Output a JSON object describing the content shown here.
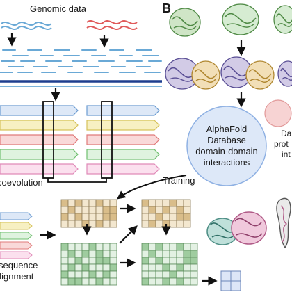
{
  "panel_b": {
    "label": "B"
  },
  "genomic": {
    "title": "Genomic data"
  },
  "coevolution": {
    "label": "coevolution"
  },
  "training": {
    "label": "Training"
  },
  "msa": {
    "line1": "sequence",
    "line2": "alignment"
  },
  "database": {
    "line1": "AlphaFold",
    "line2": "Database",
    "line3": "domain-domain",
    "line4": "interactions"
  },
  "partial_circle": {
    "line1": "Da",
    "line2": "prot",
    "line3": "int"
  },
  "colors": {
    "read_blue": "#6aa9d6",
    "genome_navy": "#1f3f8f",
    "red_strand": "#e05a5a",
    "seq_blue": "#dde8f7",
    "seq_yellow": "#f7f0c2",
    "seq_red": "#f9d9d9",
    "seq_green": "#dff3df",
    "seq_pink": "#fbe0ee",
    "matrix_tan": "#e9d6b0",
    "matrix_green": "#c7e3c7",
    "circle_blue": "#dde8f8",
    "circle_pink": "#f7d3d3"
  },
  "icons": [
    "protein-structure-icon",
    "down-arrow-icon",
    "right-arrow-icon",
    "curved-arrow-icon"
  ]
}
